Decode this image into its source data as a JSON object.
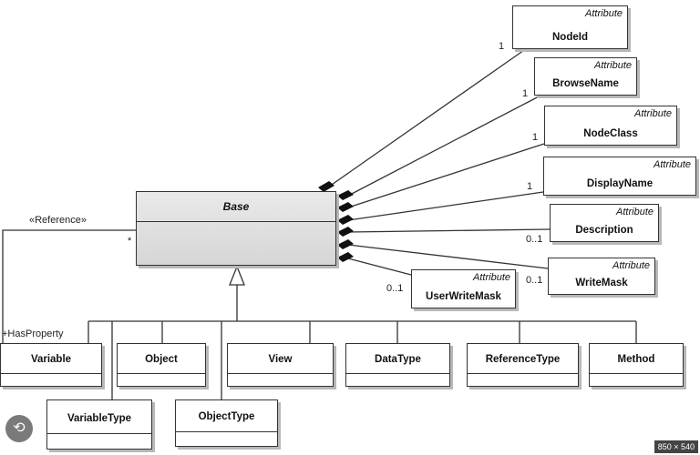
{
  "stereotype": "Attribute",
  "base": {
    "name": "Base"
  },
  "reference": {
    "label": "«Reference»",
    "multiplicity": "*",
    "role": "+HasProperty"
  },
  "attributes": [
    {
      "name": "NodeId",
      "multiplicity": "1"
    },
    {
      "name": "BrowseName",
      "multiplicity": "1"
    },
    {
      "name": "NodeClass",
      "multiplicity": "1"
    },
    {
      "name": "DisplayName",
      "multiplicity": "1"
    },
    {
      "name": "Description",
      "multiplicity": "0..1"
    },
    {
      "name": "WriteMask",
      "multiplicity": "0..1"
    },
    {
      "name": "UserWriteMask",
      "multiplicity": "0..1"
    }
  ],
  "subclasses": [
    "Variable",
    "Object",
    "View",
    "DataType",
    "ReferenceType",
    "Method",
    "VariableType",
    "ObjectType"
  ],
  "image_size_tag": "850 × 540"
}
